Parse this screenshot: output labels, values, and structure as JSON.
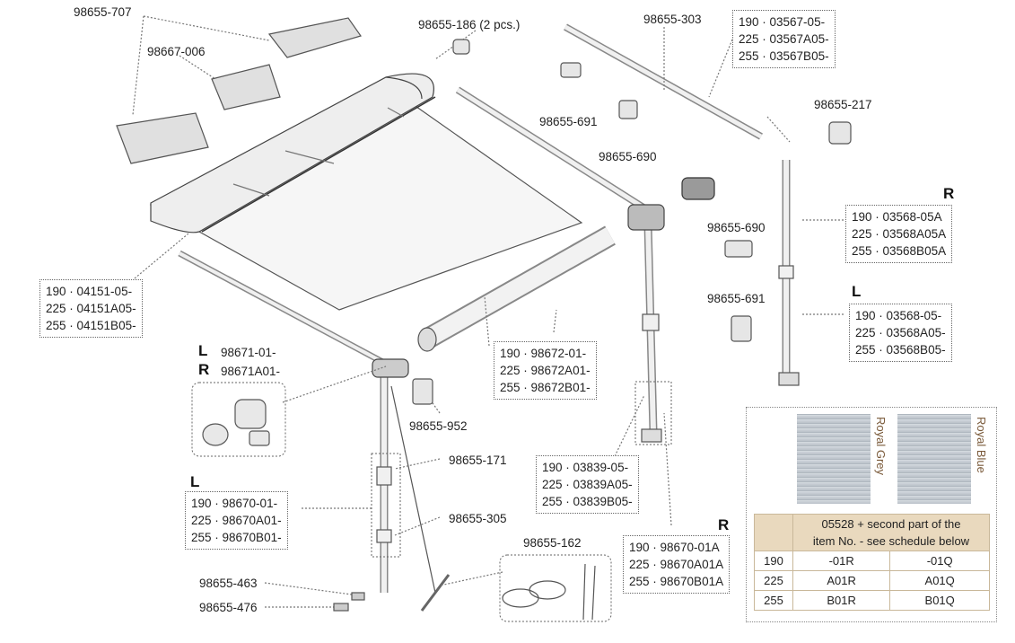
{
  "labels": {
    "p98655_707": "98655-707",
    "p98667_006": "98667-006",
    "p98655_186": "98655-186 (2 pcs.)",
    "p98655_303": "98655-303",
    "p98655_691_top": "98655-691",
    "p98655_690_top": "98655-690",
    "p98655_217": "98655-217",
    "p98655_690_mid": "98655-690",
    "p98655_691_mid": "98655-691",
    "p98655_952": "98655-952",
    "p98655_171": "98655-171",
    "p98655_305": "98655-305",
    "p98655_162": "98655-162",
    "p98655_463": "98655-463",
    "p98655_476": "98655-476",
    "bracket_L": "98671-01-",
    "bracket_R": "98671A01-",
    "side_L": "L",
    "side_R": "R"
  },
  "boxes": {
    "box_03567": [
      "190 · 03567-05-",
      "225 · 03567A05-",
      "255 · 03567B05-"
    ],
    "box_03568A": [
      "190 · 03568-05A",
      "225 · 03568A05A",
      "255 · 03568B05A"
    ],
    "box_03568": [
      "190 · 03568-05-",
      "225 · 03568A05-",
      "255 · 03568B05-"
    ],
    "box_04151": [
      "190 · 04151-05-",
      "225 · 04151A05-",
      "255 · 04151B05-"
    ],
    "box_98672": [
      "190 · 98672-01-",
      "225 · 98672A01-",
      "255 · 98672B01-"
    ],
    "box_03839": [
      "190 · 03839-05-",
      "225 · 03839A05-",
      "255 · 03839B05-"
    ],
    "box_98670": [
      "190 · 98670-01-",
      "225 · 98670A01-",
      "255 · 98670B01-"
    ],
    "box_98670A": [
      "190 · 98670-01A",
      "225 · 98670A01A",
      "255 · 98670B01A"
    ]
  },
  "colors_panel": {
    "swatch1": "Royal Grey",
    "swatch2": "Royal Blue",
    "header": [
      "05528 + second part of the",
      "item No. - see schedule below"
    ],
    "rows": [
      {
        "size": "190",
        "grey": "-01R",
        "blue": "-01Q"
      },
      {
        "size": "225",
        "grey": "A01R",
        "blue": "A01Q"
      },
      {
        "size": "255",
        "grey": "B01R",
        "blue": "B01Q"
      }
    ]
  }
}
